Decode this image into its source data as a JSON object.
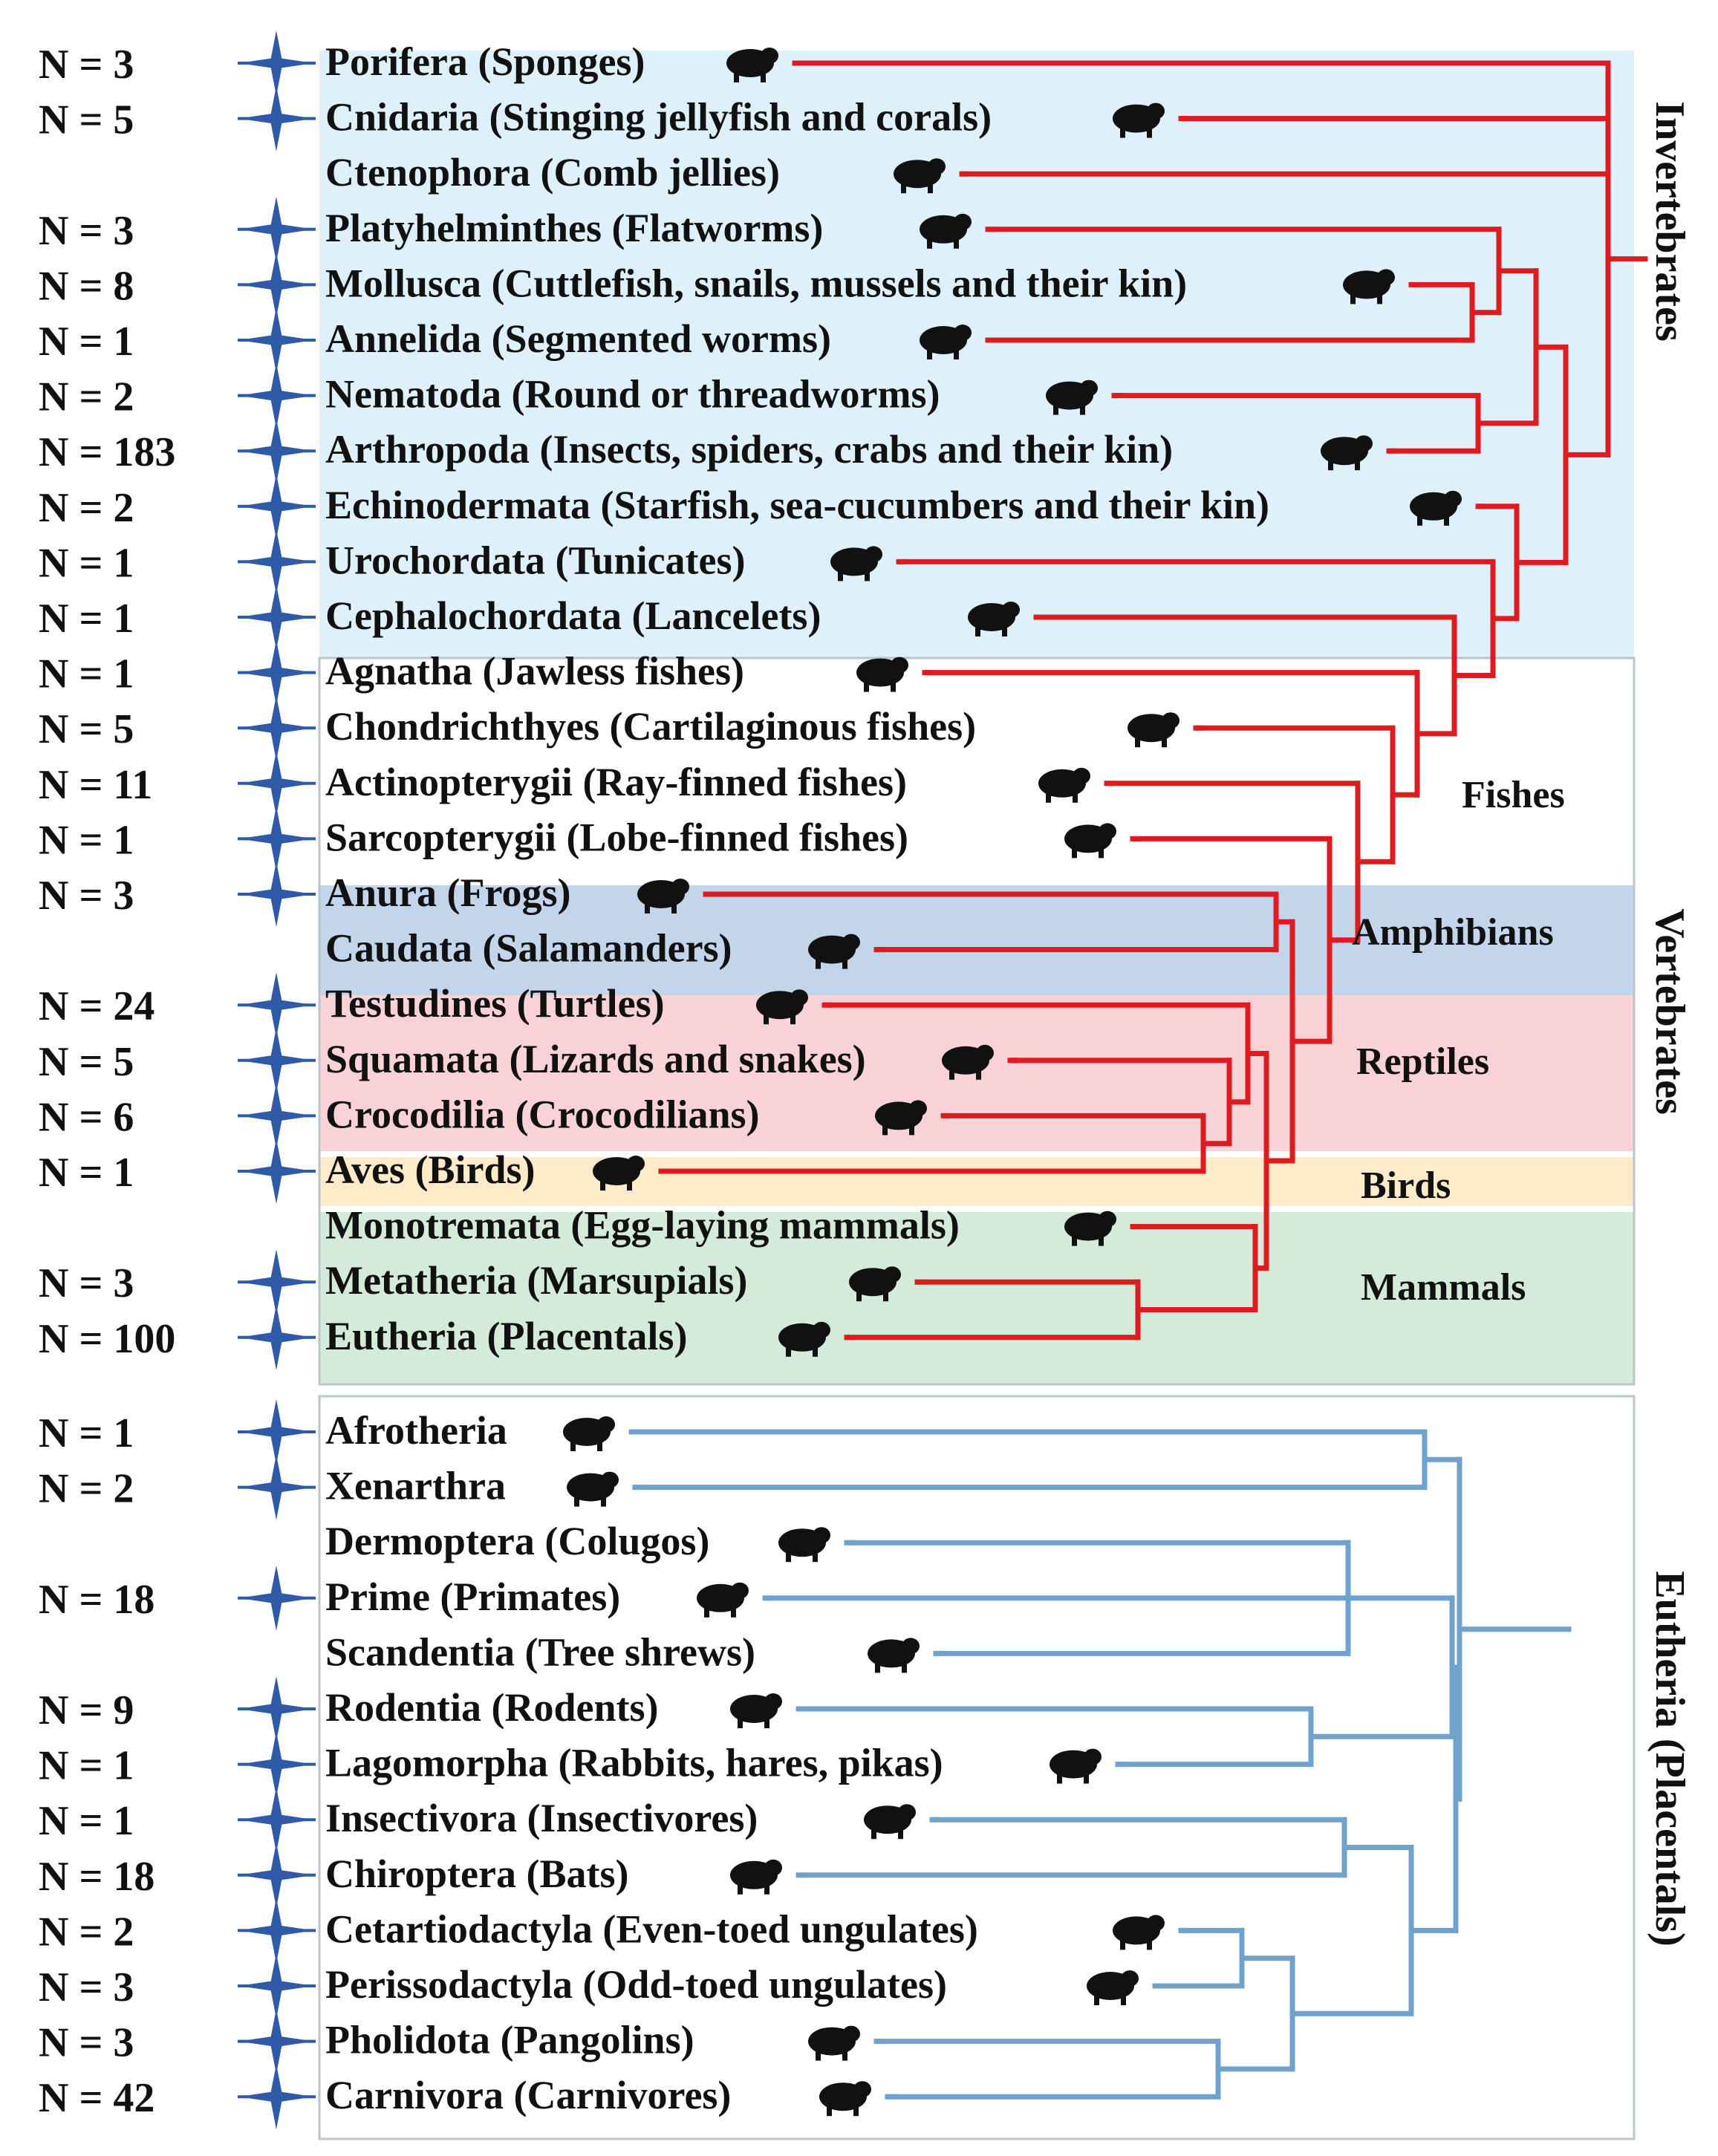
{
  "colors": {
    "invertebrate_band": "#def0fa",
    "amphibian_band": "#c3d5ea",
    "reptile_band": "#f8d2d6",
    "bird_band": "#fdebc9",
    "mammal_band": "#d3ebd8",
    "panel_border": "#b9c4cc",
    "red_tree": "#e01b1f",
    "blue_tree": "#6fa2cd",
    "star": "#2e5aa8",
    "text": "#111111"
  },
  "taxa_top": [
    {
      "n": "N = 3",
      "name": "Porifera (Sponges)",
      "icon": "sponge-icon"
    },
    {
      "n": "N = 5",
      "name": "Cnidaria  (Stinging jellyfish and corals)",
      "icon": "jellyfish-icon"
    },
    {
      "n": "",
      "name": "Ctenophora (Comb jellies)",
      "icon": "comb-jelly-icon"
    },
    {
      "n": "N = 3",
      "name": "Platyhelminthes (Flatworms)",
      "icon": "flatworm-icon"
    },
    {
      "n": "N = 8",
      "name": "Mollusca (Cuttlefish, snails, mussels and their kin)",
      "icon": "snail-icon"
    },
    {
      "n": "N = 1",
      "name": "Annelida (Segmented worms)",
      "icon": "worm-icon"
    },
    {
      "n": "N = 2",
      "name": "Nematoda (Round or threadworms)",
      "icon": "roundworm-icon"
    },
    {
      "n": "N = 183",
      "name": "Arthropoda (Insects, spiders, crabs and their kin)",
      "icon": "butterfly-icon"
    },
    {
      "n": "N = 2",
      "name": "Echinodermata (Starfish, sea-cucumbers and their kin)",
      "icon": "starfish-icon"
    },
    {
      "n": "N = 1",
      "name": "Urochordata (Tunicates)",
      "icon": "tunicate-icon"
    },
    {
      "n": "N = 1",
      "name": "Cephalochordata (Lancelets)",
      "icon": "lancelet-icon"
    },
    {
      "n": "N = 1",
      "name": "Agnatha (Jawless fishes)",
      "icon": "lamprey-icon"
    },
    {
      "n": "N = 5",
      "name": "Chondrichthyes (Cartilaginous fishes)",
      "icon": "shark-icon"
    },
    {
      "n": "N = 11",
      "name": "Actinopterygii (Ray-finned fishes)",
      "icon": "fish-icon"
    },
    {
      "n": "N = 1",
      "name": "Sarcopterygii (Lobe-finned fishes)",
      "icon": "coelacanth-icon"
    },
    {
      "n": "N = 3",
      "name": "Anura (Frogs)",
      "icon": "frog-icon"
    },
    {
      "n": "",
      "name": "Caudata (Salamanders)",
      "icon": "salamander-icon"
    },
    {
      "n": "N = 24",
      "name": "Testudines (Turtles)",
      "icon": "turtle-icon"
    },
    {
      "n": "N = 5",
      "name": "Squamata (Lizards and snakes)",
      "icon": "snake-icon"
    },
    {
      "n": "N = 6",
      "name": "Crocodilia (Crocodilians)",
      "icon": "crocodile-icon"
    },
    {
      "n": "N = 1",
      "name": "Aves (Birds)",
      "icon": "bird-icon"
    },
    {
      "n": "",
      "name": "Monotremata (Egg-laying mammals)",
      "icon": "platypus-icon"
    },
    {
      "n": "N = 3",
      "name": "Metatheria (Marsupials)",
      "icon": "kangaroo-icon"
    },
    {
      "n": "N = 100",
      "name": "Eutheria (Placentals)",
      "icon": "placental-icon"
    }
  ],
  "taxa_bottom": [
    {
      "n": "N = 1",
      "name": "Afrotheria",
      "icon": "elephant-icon"
    },
    {
      "n": "N = 2",
      "name": "Xenarthra",
      "icon": "armadillo-icon"
    },
    {
      "n": "",
      "name": "Dermoptera (Colugos)",
      "icon": "colugo-icon"
    },
    {
      "n": "N = 18",
      "name": "Prime (Primates)",
      "icon": "monkey-icon"
    },
    {
      "n": "",
      "name": "Scandentia (Tree shrews)",
      "icon": "tree-shrew-icon"
    },
    {
      "n": "N = 9",
      "name": "Rodentia (Rodents)",
      "icon": "rat-icon"
    },
    {
      "n": "N = 1",
      "name": "Lagomorpha (Rabbits, hares, pikas)",
      "icon": "rabbit-icon"
    },
    {
      "n": "N = 1",
      "name": "Insectivora (Insectivores)",
      "icon": "hedgehog-icon"
    },
    {
      "n": "N = 18",
      "name": "Chiroptera (Bats)",
      "icon": "bat-icon"
    },
    {
      "n": "N = 2",
      "name": "Cetartiodactyla (Even-toed ungulates)",
      "icon": "deer-icon"
    },
    {
      "n": "N = 3",
      "name": "Perissodactyla (Odd-toed ungulates)",
      "icon": "rhino-icon"
    },
    {
      "n": "N = 3",
      "name": "Pholidota (Pangolins)",
      "icon": "pangolin-icon"
    },
    {
      "n": "N = 42",
      "name": "Carnivora (Carnivores)",
      "icon": "cat-icon"
    }
  ],
  "group_labels": {
    "fishes": "Fishes",
    "amphibians": "Amphibians",
    "reptiles": "Reptiles",
    "birds": "Birds",
    "mammals": "Mammals",
    "invertebrates": "Invertebrates",
    "vertebrates": "Vertebrates",
    "eutheria": "Eutheria (Placentals)"
  }
}
